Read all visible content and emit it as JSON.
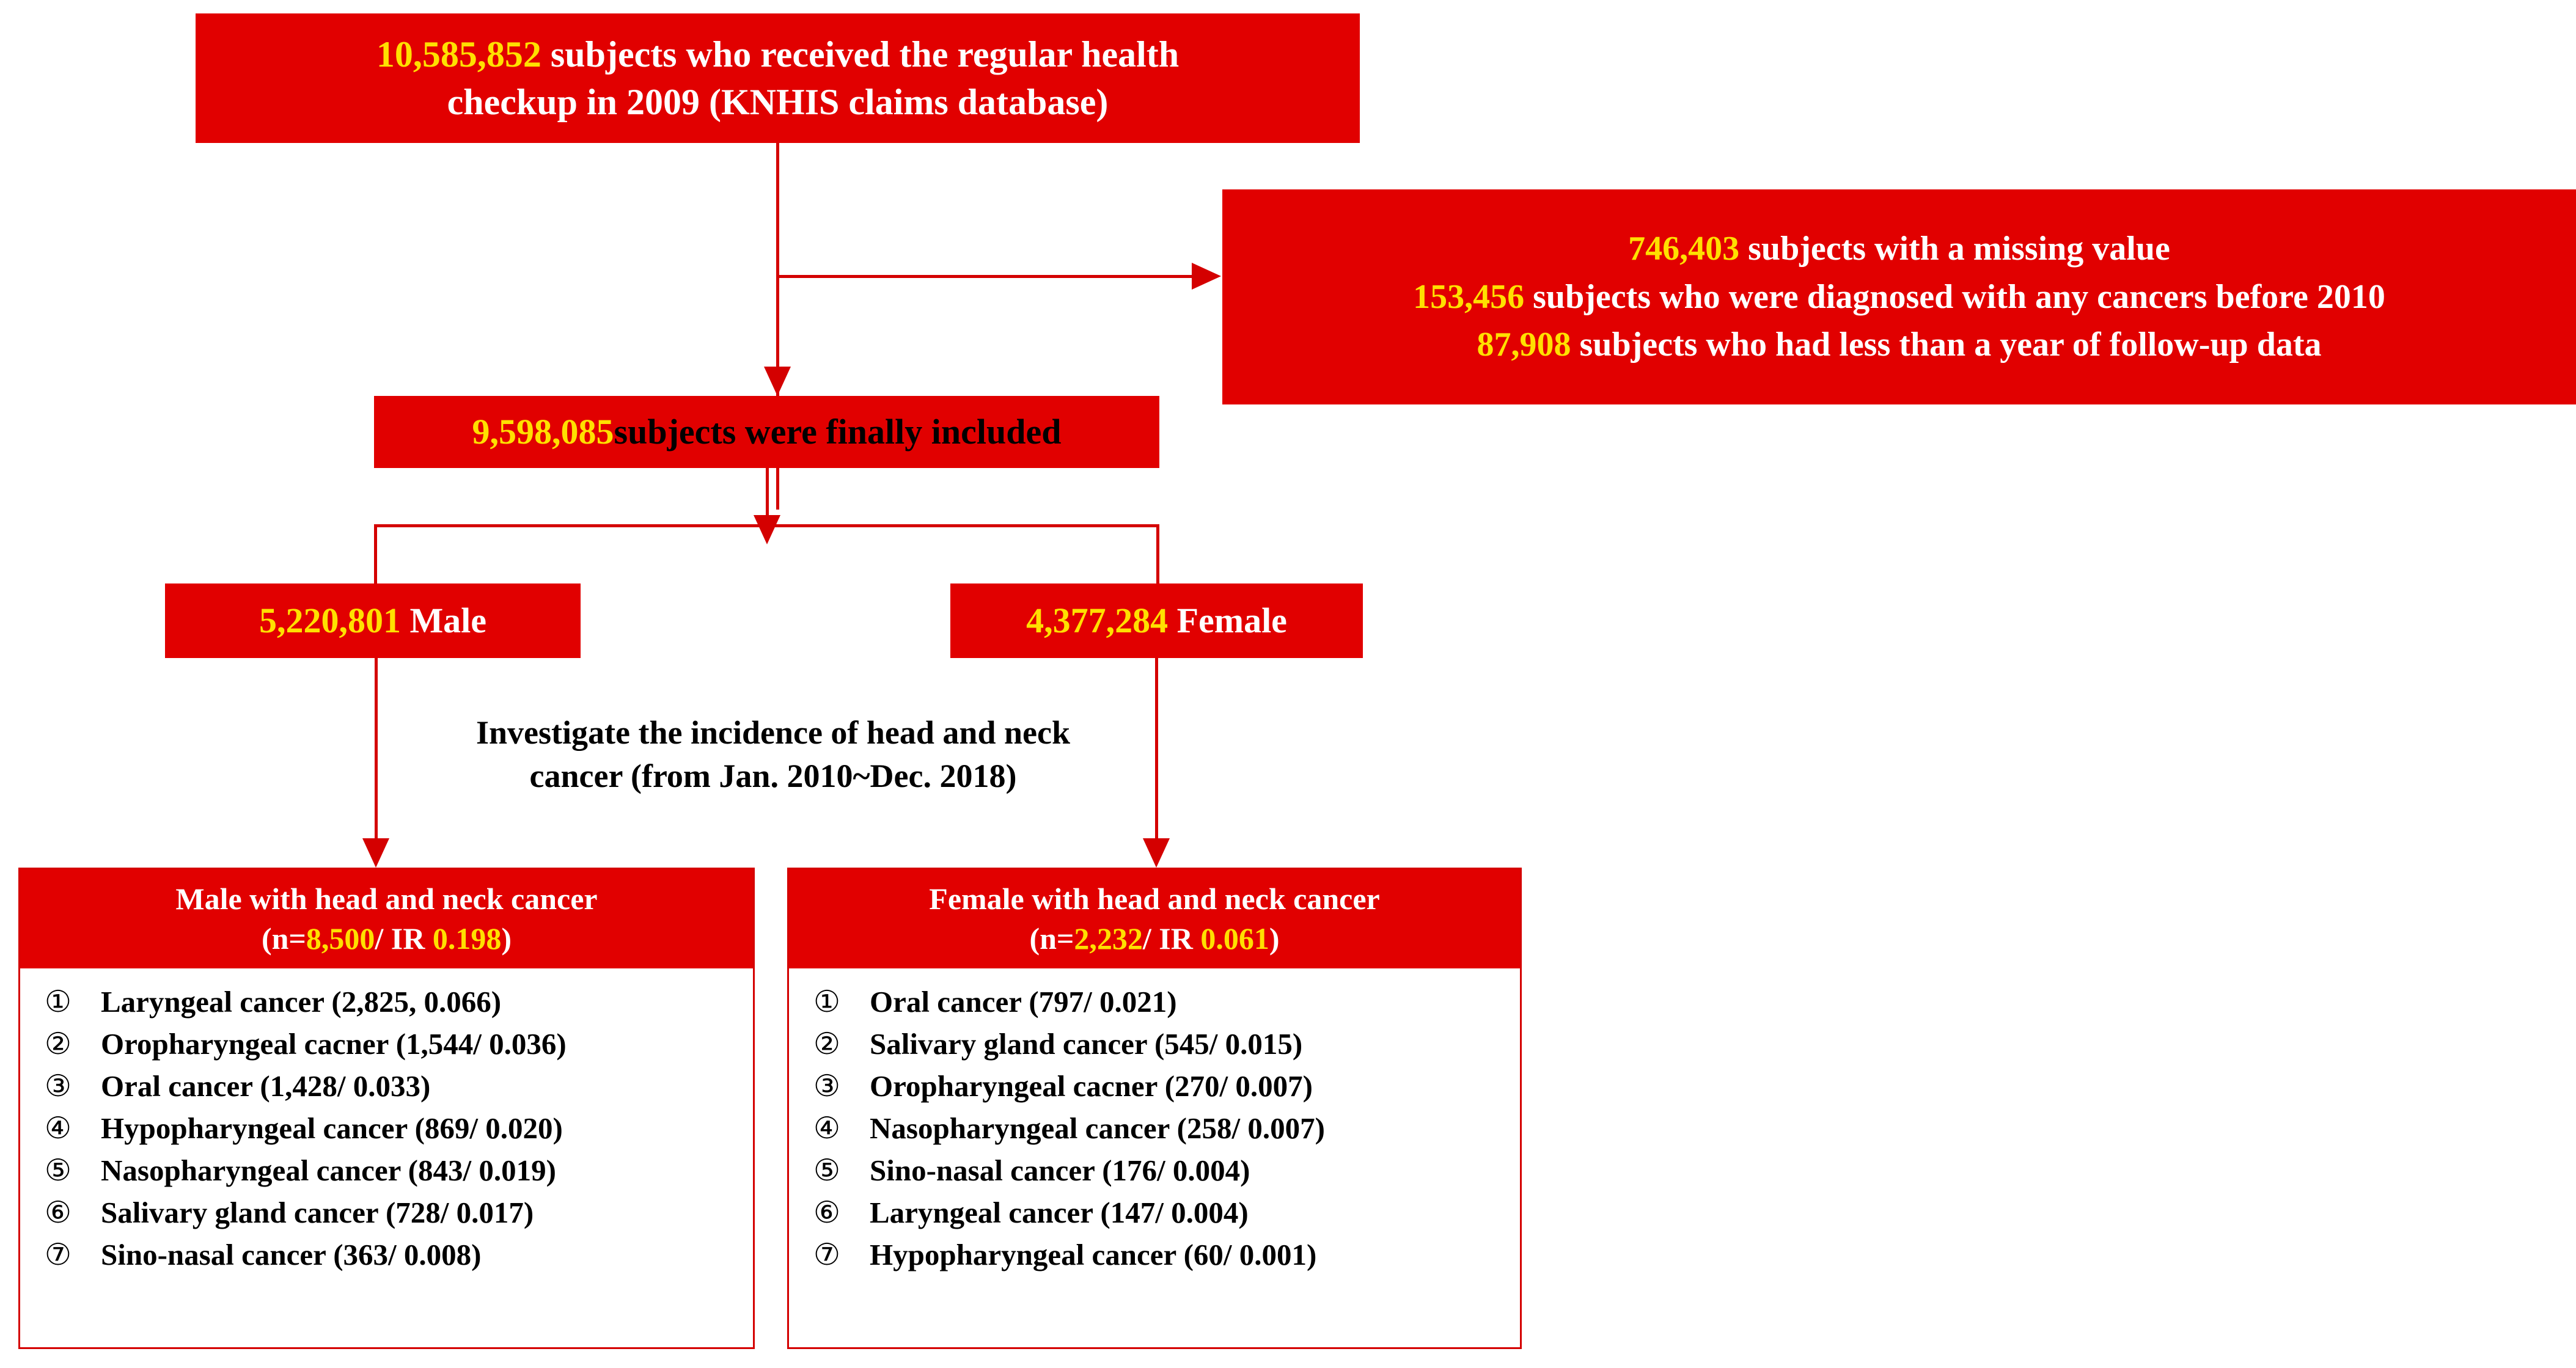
{
  "figure": {
    "type": "flowchart",
    "title": "Study population selection flow diagram"
  },
  "colors": {
    "box_fill": "#E10000",
    "highlight_number": "#FFE000",
    "connector": "#D40000",
    "text_on_red": "#FFFFFF",
    "text_black": "#000000"
  },
  "top_box": {
    "count": "10,585,852",
    "line1_rest": " subjects who received the regular health",
    "line2": "checkup in 2009 (KNHIS claims database)"
  },
  "excluded_box": {
    "rows": [
      {
        "count": "746,403",
        "text": " subjects with  a missing value"
      },
      {
        "count": "153,456",
        "text": " subjects who were diagnosed with any cancers before 2010"
      },
      {
        "count": "87,908",
        "text": " subjects who had less than a year of follow-up data"
      }
    ]
  },
  "included_box": {
    "count": "9,598,085",
    "text": "subjects were finally included"
  },
  "male_box": {
    "count": "5,220,801",
    "label": " Male"
  },
  "female_box": {
    "count": "4,377,284",
    "label": "  Female"
  },
  "investigate_caption": {
    "line1": "Investigate the incidence of head and neck",
    "line2": "cancer (from Jan. 2010~Dec. 2018)"
  },
  "male_outcome": {
    "header_line1": "Male with head and neck cancer",
    "header_prefix": "(n=",
    "header_count": "8,500",
    "header_mid": "/ IR ",
    "header_ir": "0.198",
    "header_suffix": ")",
    "items": [
      {
        "marker": "①",
        "text": "Laryngeal cancer  (2,825, 0.066)"
      },
      {
        "marker": "②",
        "text": "Oropharyngeal cacner (1,544/ 0.036)"
      },
      {
        "marker": "③",
        "text": "Oral cancer (1,428/ 0.033)"
      },
      {
        "marker": "④",
        "text": "Hypopharyngeal cancer (869/ 0.020)"
      },
      {
        "marker": "⑤",
        "text": "Nasopharyngeal cancer (843/ 0.019)"
      },
      {
        "marker": "⑥",
        "text": "Salivary gland cancer (728/ 0.017)"
      },
      {
        "marker": "⑦",
        "text": "Sino-nasal cancer (363/ 0.008)"
      }
    ]
  },
  "female_outcome": {
    "header_line1": "Female with  head and neck cancer",
    "header_prefix": "(n=",
    "header_count": "2,232",
    "header_mid": "/ IR ",
    "header_ir": "0.061",
    "header_suffix": ")",
    "items": [
      {
        "marker": "①",
        "text": "Oral cancer (797/ 0.021)"
      },
      {
        "marker": "②",
        "text": "Salivary gland cancer (545/ 0.015)"
      },
      {
        "marker": "③",
        "text": "Oropharyngeal cacner (270/ 0.007)"
      },
      {
        "marker": "④",
        "text": "Nasopharyngeal cancer (258/ 0.007)"
      },
      {
        "marker": "⑤",
        "text": "Sino-nasal cancer (176/ 0.004)"
      },
      {
        "marker": "⑥",
        "text": "Laryngeal cancer  (147/ 0.004)"
      },
      {
        "marker": "⑦",
        "text": "Hypopharyngeal cancer (60/ 0.001)"
      }
    ]
  }
}
